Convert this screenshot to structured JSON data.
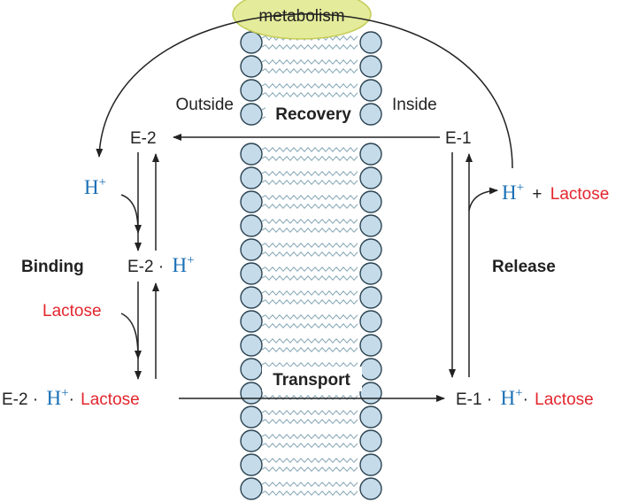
{
  "labels": {
    "metabolism": "metabolism",
    "outside": "Outside",
    "inside": "Inside",
    "recovery": "Recovery",
    "transport": "Transport",
    "binding": "Binding",
    "release": "Release"
  },
  "states": {
    "e2": "E-2",
    "e1": "E-1",
    "e2_h": "E-2 ·",
    "e2_h_lac": "E-2 ·",
    "e1_h_lac": "E-1 ·"
  },
  "species": {
    "h": "H",
    "plus": "+",
    "lactose": "Lactose",
    "dot": "·",
    "plus_sign": "+"
  },
  "colors": {
    "proton": "#1a6fb5",
    "lactose": "#e3262e",
    "lipid_head_fill": "#c5dbe9",
    "lipid_head_stroke": "#2b4453",
    "tail": "#8aaab8",
    "metabolism_fill": "#e4eb9a",
    "metabolism_stroke": "#c3cc55",
    "arrow": "#222222"
  }
}
